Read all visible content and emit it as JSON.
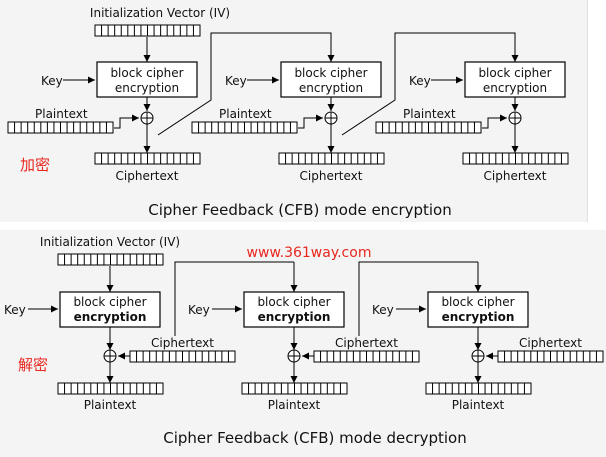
{
  "encryption": {
    "iv_label": "Initialization Vector (IV)",
    "key_label": "Key",
    "plaintext_label": "Plaintext",
    "ciphertext_label": "Ciphertext",
    "block_line1": "block cipher",
    "block_line2": "encryption",
    "tag": "加密",
    "caption": "Cipher Feedback (CFB) mode encryption"
  },
  "decryption": {
    "iv_label": "Initialization Vector (IV)",
    "key_label": "Key",
    "plaintext_label": "Plaintext",
    "ciphertext_label": "Ciphertext",
    "block_line1": "block cipher",
    "block_line2": "encryption",
    "tag": "解密",
    "caption": "Cipher Feedback (CFB) mode decryption",
    "watermark": "www.361way.com"
  },
  "colors": {
    "tag": "#e8271f",
    "watermark": "#e8271f"
  }
}
